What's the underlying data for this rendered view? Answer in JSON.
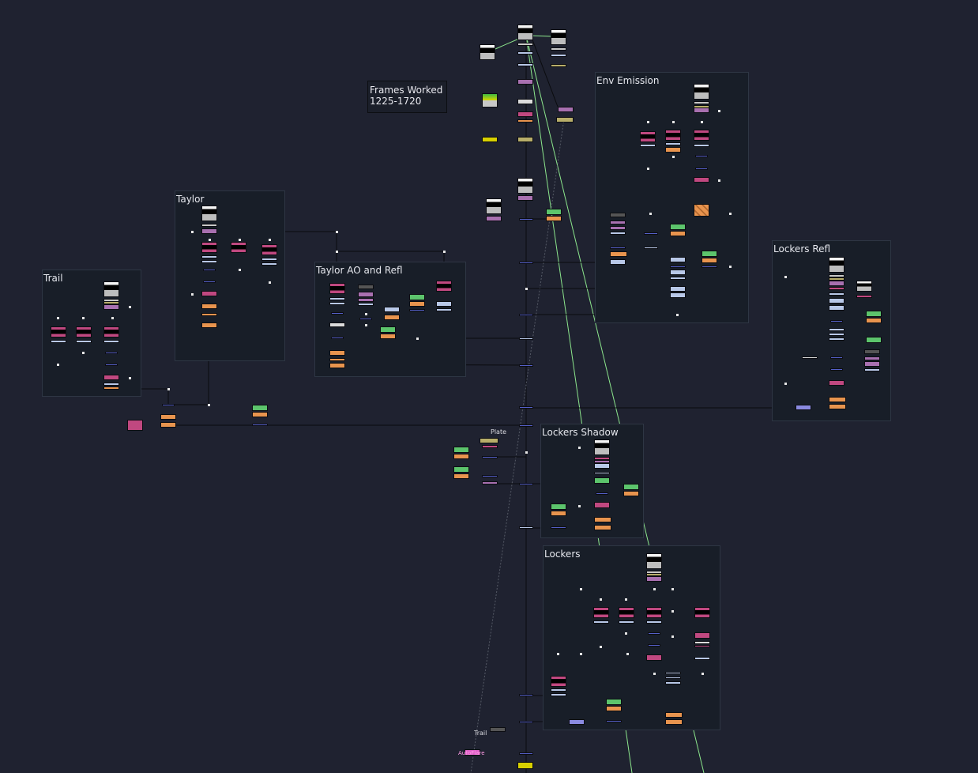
{
  "backdrops": [
    {
      "id": "env-emission",
      "title": "Env Emission"
    },
    {
      "id": "taylor",
      "title": "Taylor"
    },
    {
      "id": "trail",
      "title": "Trail"
    },
    {
      "id": "taylor-ao-refl",
      "title": "Taylor AO and Refl"
    },
    {
      "id": "lockers-refl",
      "title": "Lockers Refl"
    },
    {
      "id": "lockers-shadow",
      "title": "Lockers Shadow"
    },
    {
      "id": "lockers",
      "title": "Lockers"
    }
  ],
  "sticky_note": {
    "line1": "Frames Worked",
    "line2": "1225-1720"
  },
  "node_labels": {
    "plate": "Plate",
    "trail": "Trail",
    "autoflare": "AutoFlare"
  },
  "colors": {
    "background": "#1f2230",
    "backdrop": "#181e28",
    "merge": "#e8944e",
    "grade": "#5cc46c",
    "read": "#c8c8c8",
    "shuffle": "#b8c8e8",
    "roto": "#8a8ae0",
    "dot": "#5560c8",
    "transform": "#a870b0",
    "colorcorrect": "#c04880",
    "constant": "#d8d000",
    "green_wire": "#8ce68c"
  }
}
